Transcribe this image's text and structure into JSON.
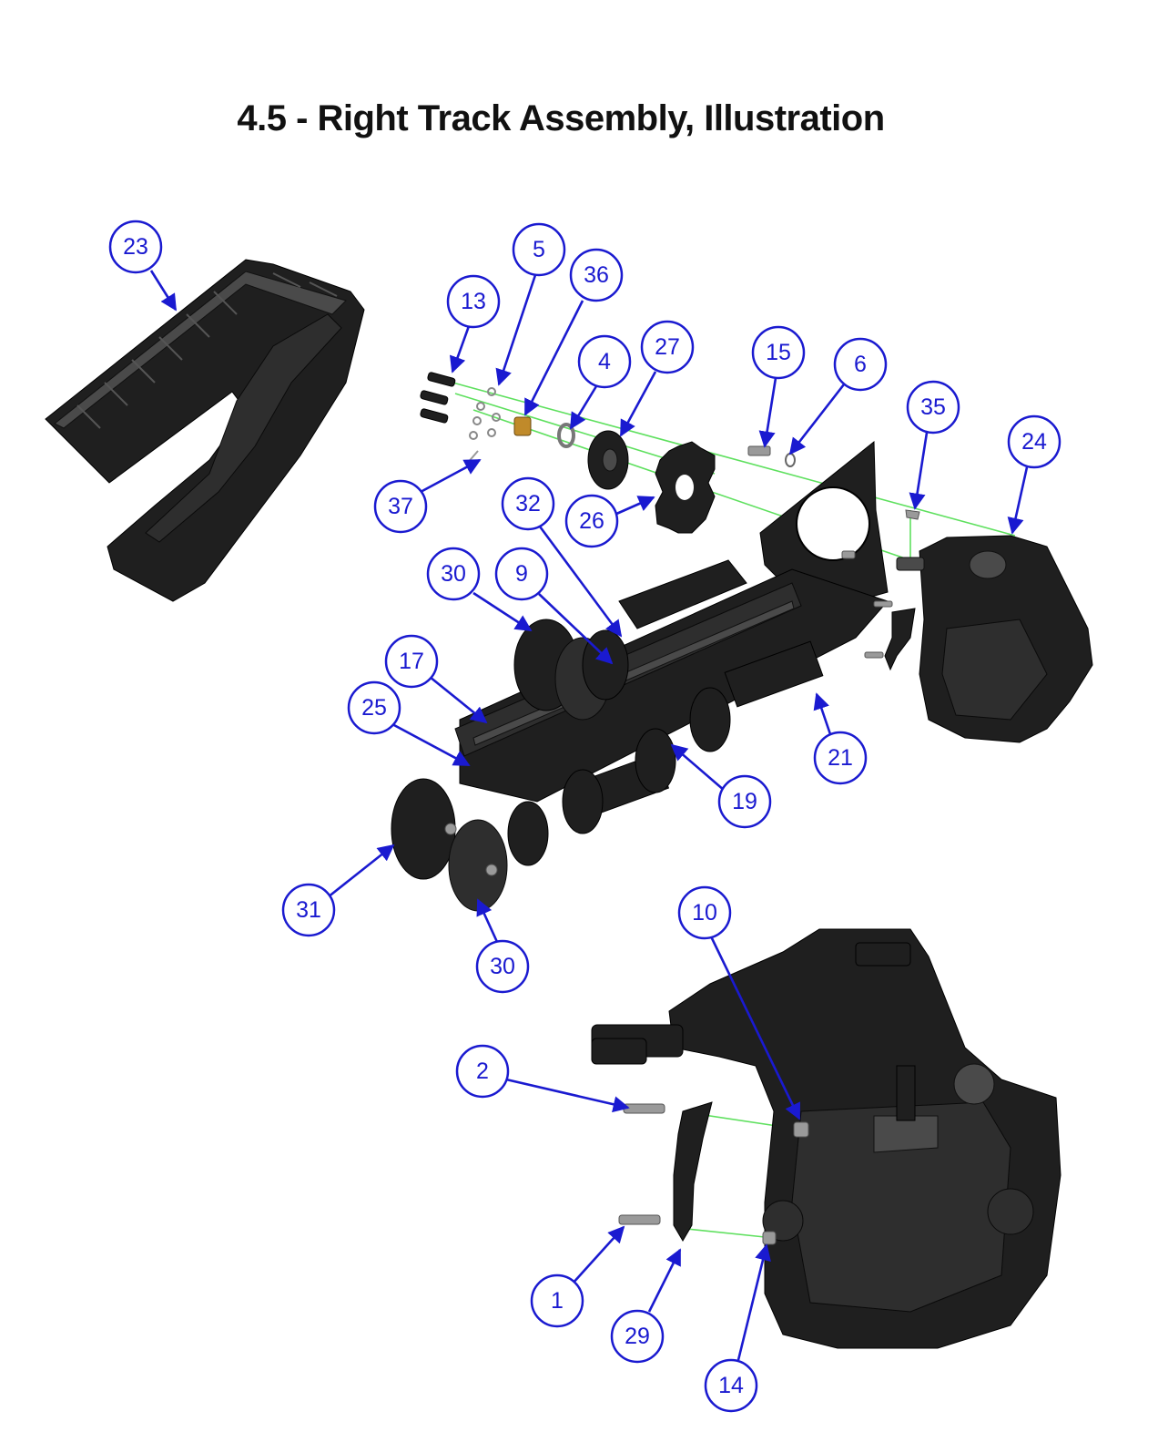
{
  "title": "4.5 - Right Track Assembly, Illustration",
  "colors": {
    "callout": "#1a1ad0",
    "guide_line": "#5ee05e",
    "part": "#1f1f1f"
  },
  "callouts": {
    "c23": "23",
    "c5": "5",
    "c36": "36",
    "c13": "13",
    "c4": "4",
    "c27": "27",
    "c15": "15",
    "c6": "6",
    "c35": "35",
    "c24": "24",
    "c37": "37",
    "c32": "32",
    "c26": "26",
    "c30a": "30",
    "c9": "9",
    "c17": "17",
    "c25": "25",
    "c21": "21",
    "c19": "19",
    "c31": "31",
    "c30b": "30",
    "c10": "10",
    "c2": "2",
    "c1": "1",
    "c29": "29",
    "c14": "14"
  }
}
